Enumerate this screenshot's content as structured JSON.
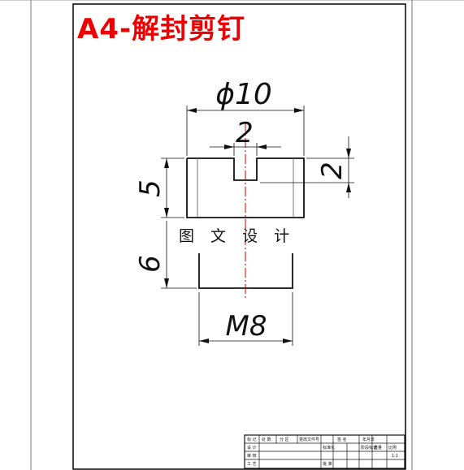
{
  "title": "A4-解封剪钉",
  "watermark": "图 文 设 计",
  "dimensions": {
    "outer_diameter": "ϕ10",
    "slot_width": "2",
    "slot_depth": "2",
    "head_height": "5",
    "thread_length": "6",
    "thread": "M8"
  },
  "title_block": {
    "r1": [
      "标 记",
      "处 数",
      "分 区",
      "更改文件号",
      "签 名",
      "年月日"
    ],
    "r2_left": "设 计",
    "r2_mid": "标准化",
    "r2_right": "阶段标记",
    "r2_weight": "重量",
    "r2_scale": "比例",
    "r2_scale_value": "1:1",
    "r3_left": "审 核",
    "r4_left": "工 艺",
    "r4_mid": "批 准"
  },
  "colors": {
    "title": "#ee0000",
    "centerline": "#cc0000",
    "line": "#111111"
  }
}
